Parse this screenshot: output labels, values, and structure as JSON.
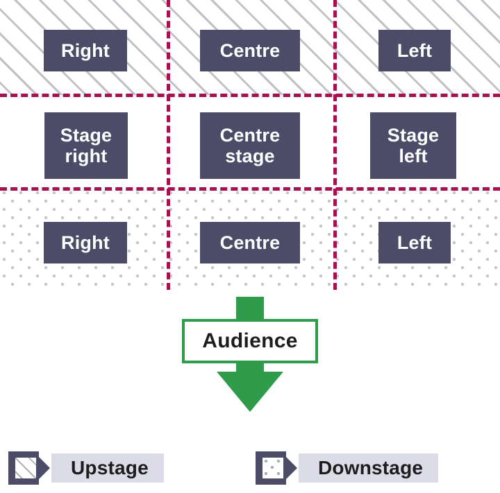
{
  "diagram": {
    "title": "Stage areas diagram",
    "colors": {
      "label_box": "#4c4c68",
      "label_text": "#ffffff",
      "grid_dash": "#a8114f",
      "audience_green": "#2f9c4c",
      "legend_band": "#dcdce8",
      "pattern_gray": "#96969e"
    }
  },
  "grid": {
    "rows": [
      {
        "id": "upstage",
        "pattern": "diagonal-hatch",
        "cells": [
          {
            "id": "upstage-right",
            "label": "Right"
          },
          {
            "id": "upstage-centre",
            "label": "Centre"
          },
          {
            "id": "upstage-left",
            "label": "Left"
          }
        ]
      },
      {
        "id": "mid-stage",
        "pattern": "plain",
        "cells": [
          {
            "id": "stage-right",
            "label": "Stage\nright"
          },
          {
            "id": "centre-stage",
            "label": "Centre\nstage"
          },
          {
            "id": "stage-left",
            "label": "Stage\nleft"
          }
        ]
      },
      {
        "id": "downstage",
        "pattern": "polka-dots",
        "cells": [
          {
            "id": "downstage-right",
            "label": "Right"
          },
          {
            "id": "downstage-centre",
            "label": "Centre"
          },
          {
            "id": "downstage-left",
            "label": "Left"
          }
        ]
      }
    ]
  },
  "audience": {
    "label": "Audience",
    "arrow_direction": "down"
  },
  "legend": {
    "items": [
      {
        "id": "upstage",
        "label": "Upstage",
        "swatch_fill": "diagonal-hatch"
      },
      {
        "id": "downstage",
        "label": "Downstage",
        "swatch_fill": "polka-dots"
      }
    ]
  }
}
